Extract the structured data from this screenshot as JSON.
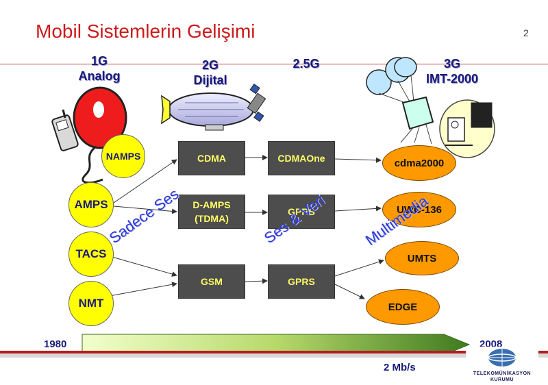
{
  "slide": {
    "title": "Mobil Sistemlerin Gelişimi",
    "page_number": "2"
  },
  "generations": [
    {
      "line1": "1G",
      "line2": "Analog"
    },
    {
      "line1": "2G",
      "line2": "Dijital"
    },
    {
      "line1": "2.5G",
      "line2": ""
    },
    {
      "line1": "3G",
      "line2": "IMT-2000"
    }
  ],
  "first_gen": [
    "NAMPS",
    "AMPS",
    "TACS",
    "NMT"
  ],
  "second_gen": [
    "CDMA",
    "D-AMPS\n(TDMA)",
    "GSM"
  ],
  "two_point_five_gen": [
    "CDMAOne",
    "GPRS",
    "GPRS"
  ],
  "third_gen": [
    "cdma2000",
    "UWC-136",
    "UMTS",
    "EDGE"
  ],
  "diagonal_labels": {
    "voice": "Sadece Ses",
    "voice_data": "Ses & Veri",
    "multimedia": "Multimedia"
  },
  "timeline": {
    "start_year": "1980",
    "end_year": "2008",
    "rate": "2 Mb/s"
  },
  "logo": {
    "text": "TELEKOMÜNİKASYON\nKURUMU"
  },
  "colors": {
    "title": "#cc1a1a",
    "circle": "#ffff00",
    "box": "#4d4d4d",
    "box_text": "#ffff66",
    "ellipse": "#ff9900",
    "label_blue": "#2a3bd6"
  },
  "icons": [
    "mobile-phone-icon",
    "balloon-icon",
    "airship-icon",
    "satellite-icon",
    "parachute-icon",
    "capsule-icon",
    "laptop-user-icon"
  ]
}
